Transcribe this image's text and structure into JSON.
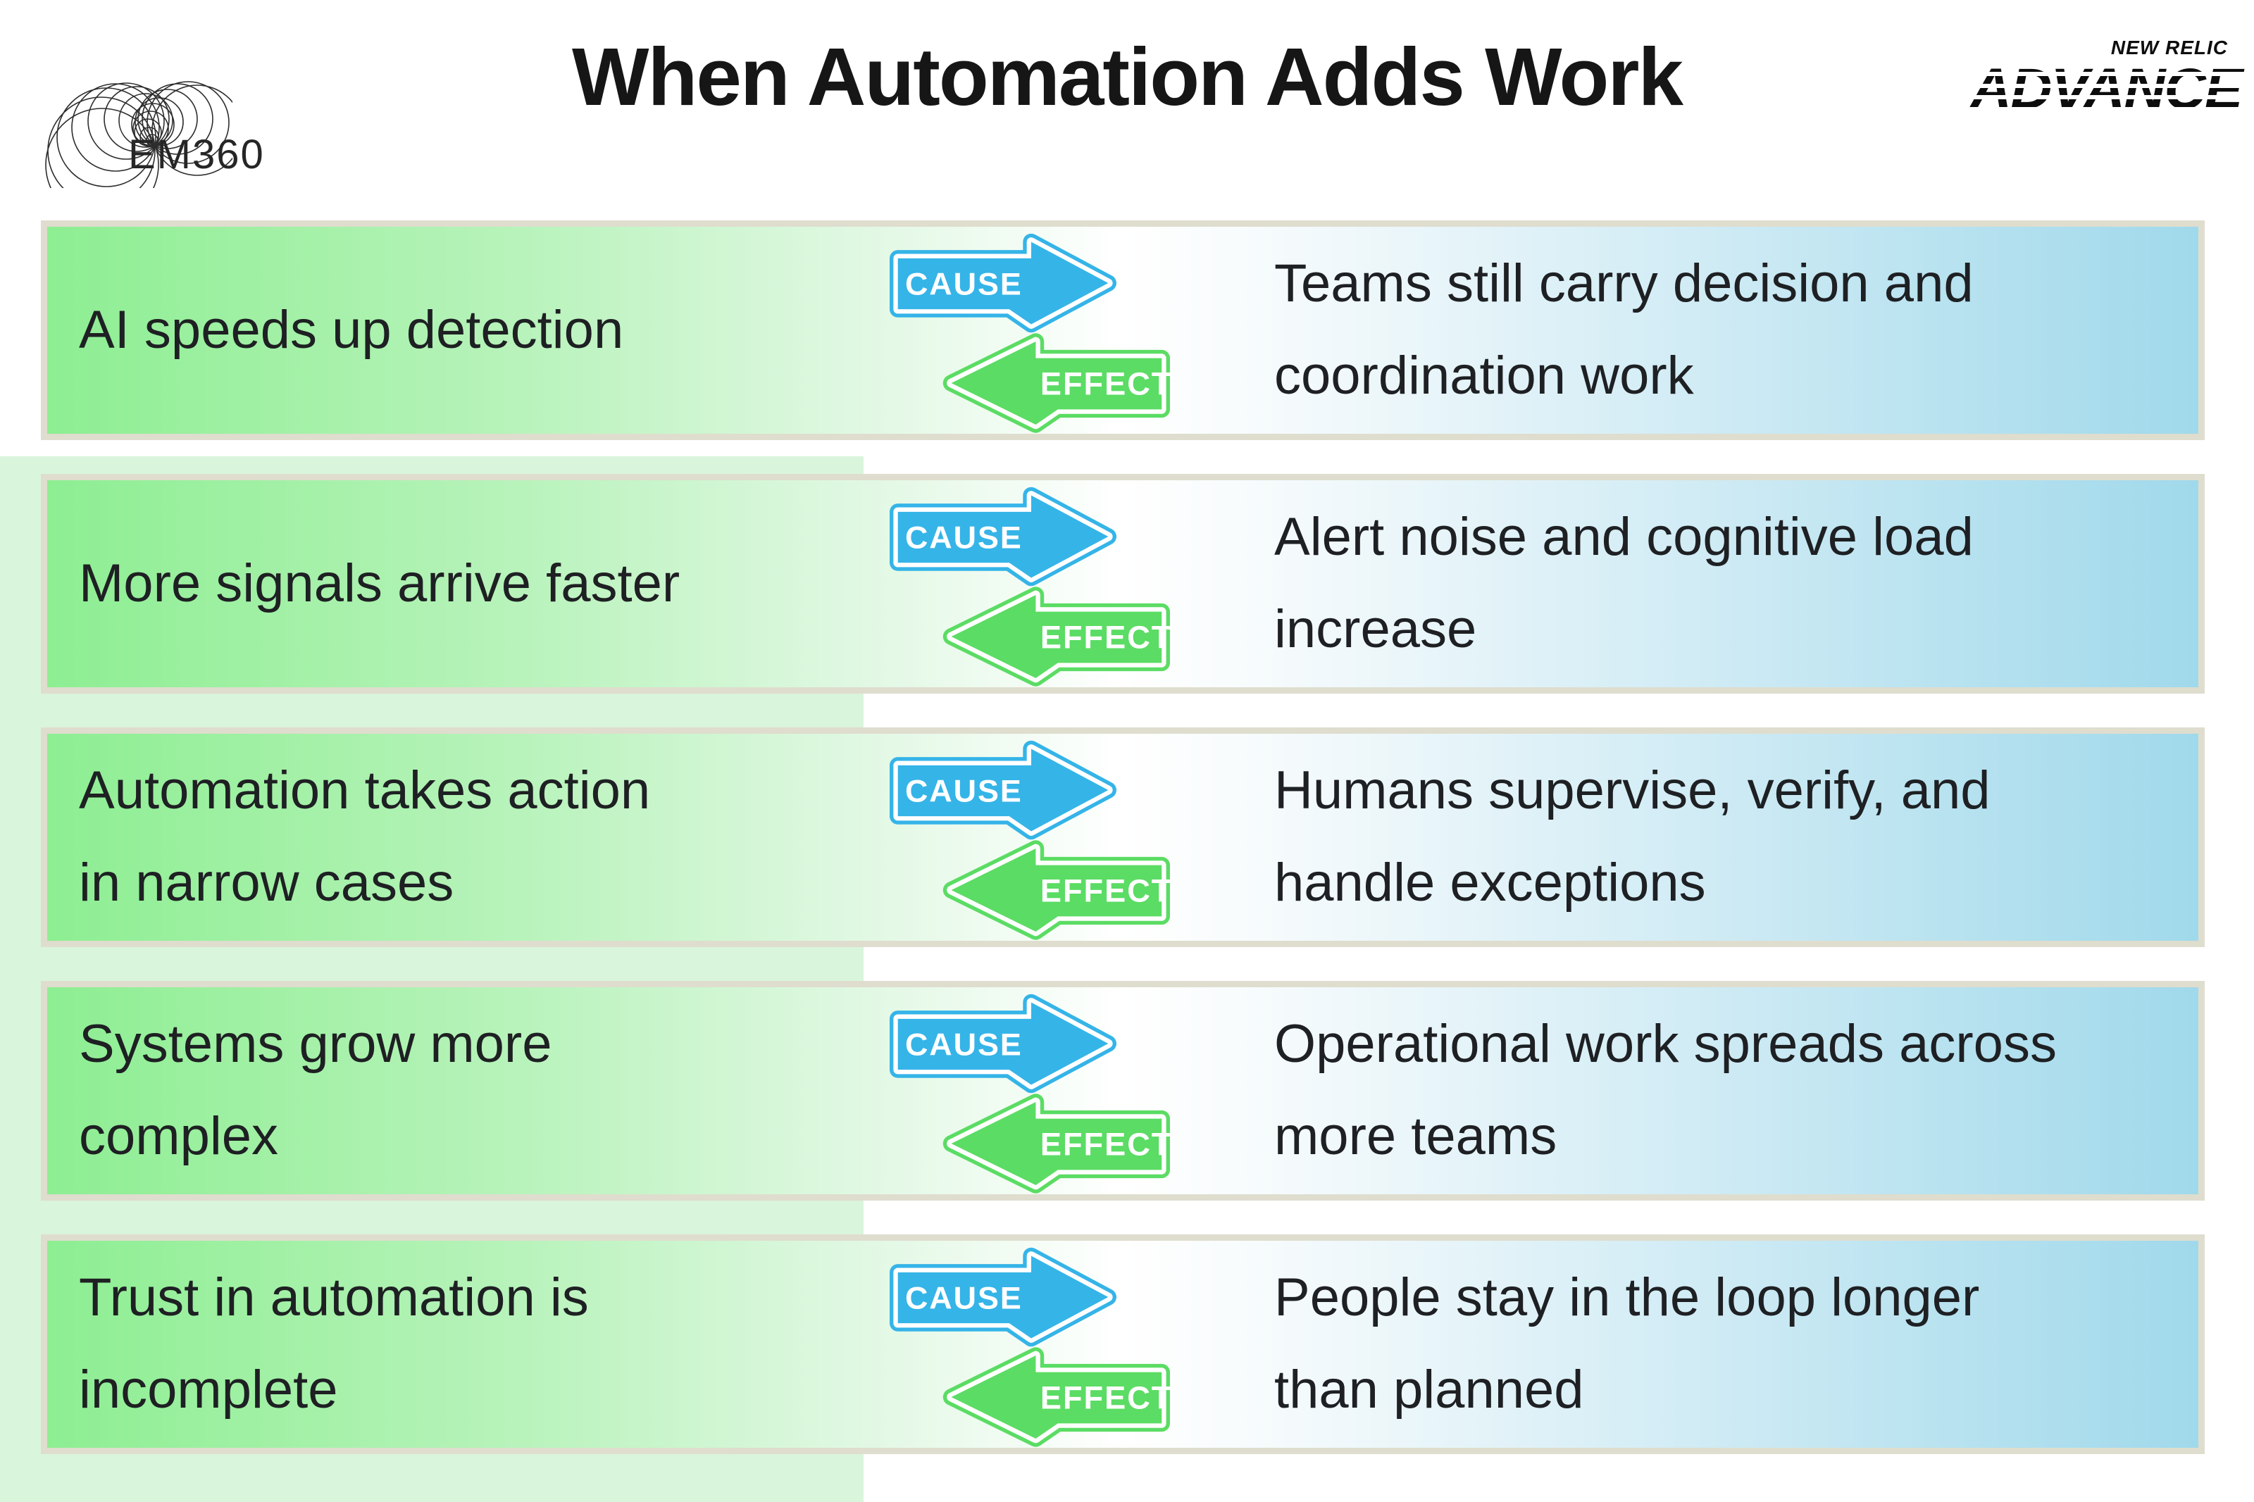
{
  "header": {
    "brand_left": "EM360",
    "title": "When Automation Adds Work",
    "brand_right_top": "NEW RELIC",
    "brand_right_bottom": "ADVANCE"
  },
  "labels": {
    "cause": "CAUSE",
    "effect": "EFFECT"
  },
  "colors": {
    "cause_arrow_blue": "#35b4e8",
    "effect_arrow_green": "#5bdc64",
    "row_border_beige": "#dfddce",
    "left_backdrop_green": "#d9f5dc",
    "row_gradient_left_green": "#8dee92",
    "row_gradient_right_blue": "#a0d9eb",
    "text_dark": "#1e2023"
  },
  "rows": [
    {
      "cause_lines": [
        "AI speeds up detection",
        ""
      ],
      "effect_lines": [
        "Teams still carry decision and",
        "coordination work"
      ]
    },
    {
      "cause_lines": [
        "More signals arrive faster",
        ""
      ],
      "effect_lines": [
        "Alert noise and cognitive load",
        "increase"
      ]
    },
    {
      "cause_lines": [
        "Automation takes action",
        "in narrow cases"
      ],
      "effect_lines": [
        "Humans supervise, verify, and",
        "handle exceptions"
      ]
    },
    {
      "cause_lines": [
        "Systems grow more",
        "complex"
      ],
      "effect_lines": [
        "Operational work spreads across",
        "more teams"
      ]
    },
    {
      "cause_lines": [
        "Trust in automation is",
        "incomplete"
      ],
      "effect_lines": [
        "People stay in the loop longer",
        "than planned"
      ]
    }
  ]
}
